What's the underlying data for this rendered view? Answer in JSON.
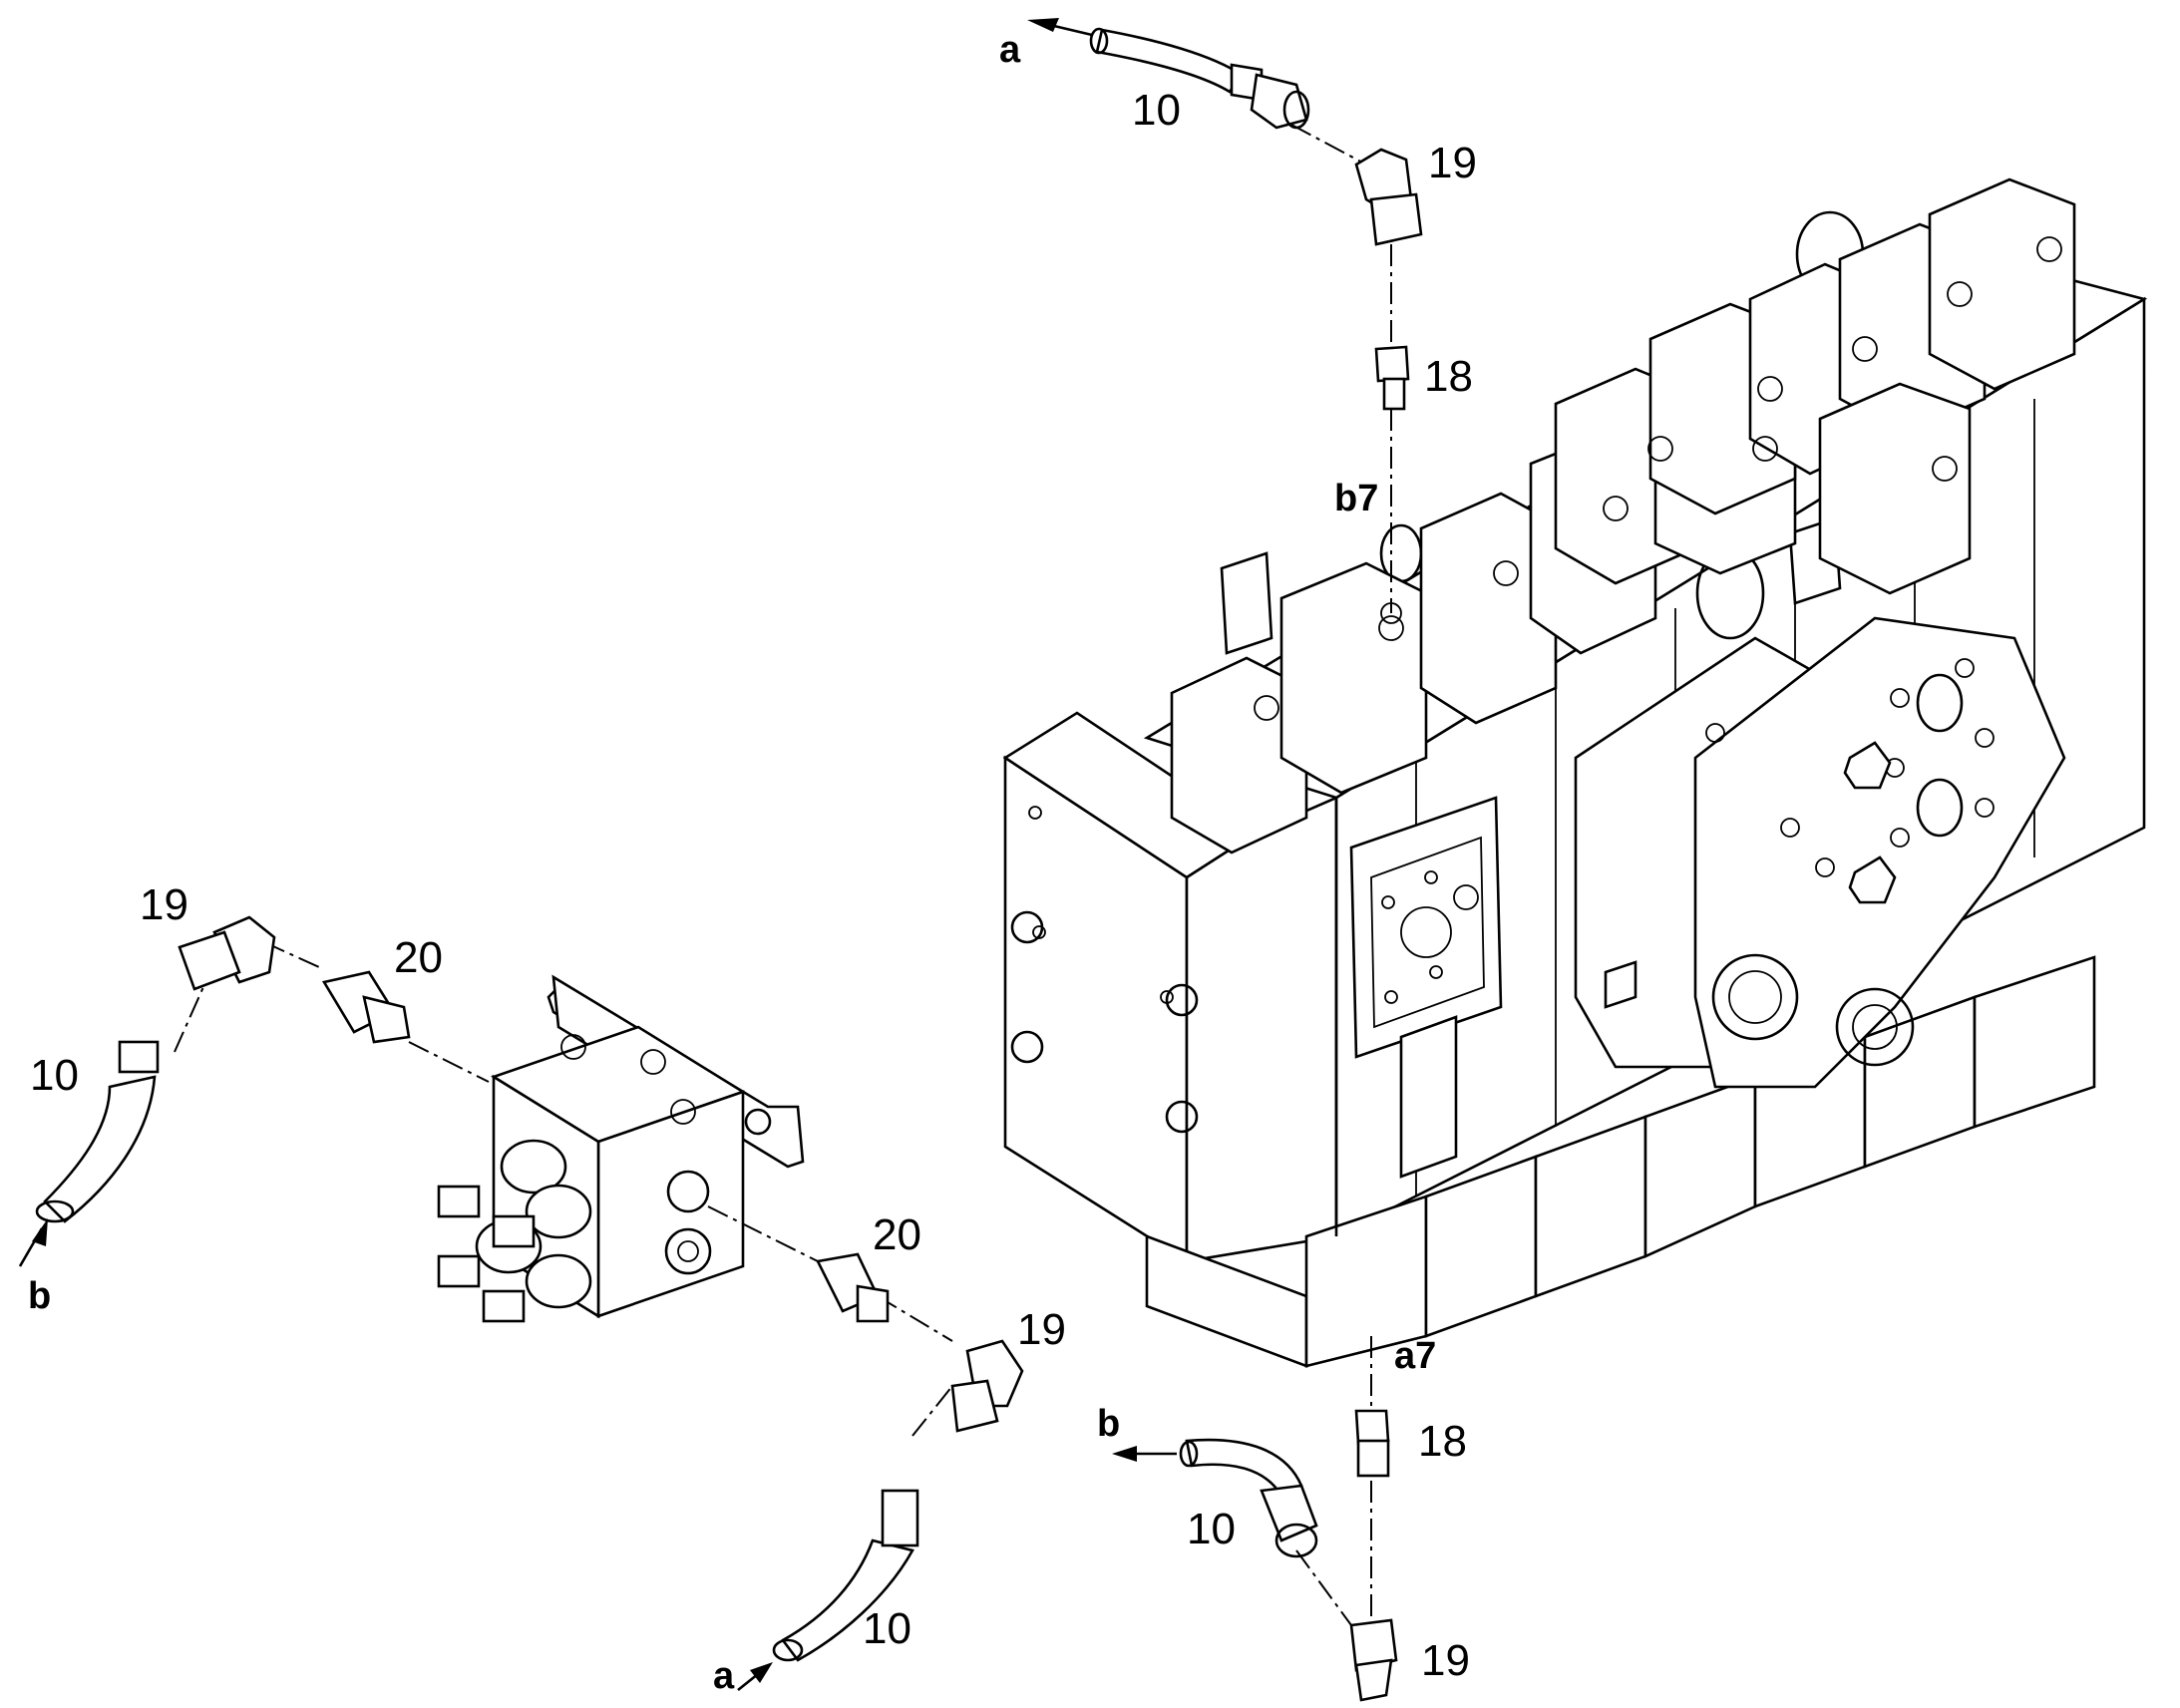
{
  "parts": {
    "hose_top": "10",
    "elbow_top": "19",
    "adapter_top": "18",
    "port_b7": "b7",
    "arrow_top_a": "a",
    "elbow_left": "19",
    "fitting_left": "20",
    "hose_left": "10",
    "arrow_left_b": "b",
    "fitting_right": "20",
    "elbow_right": "19",
    "hose_bottom_center": "10",
    "arrow_bottom_a": "a",
    "port_a7": "a7",
    "adapter_bottom": "18",
    "arrow_bottom_b": "b",
    "hose_bottom_right": "10",
    "elbow_bottom": "19"
  }
}
